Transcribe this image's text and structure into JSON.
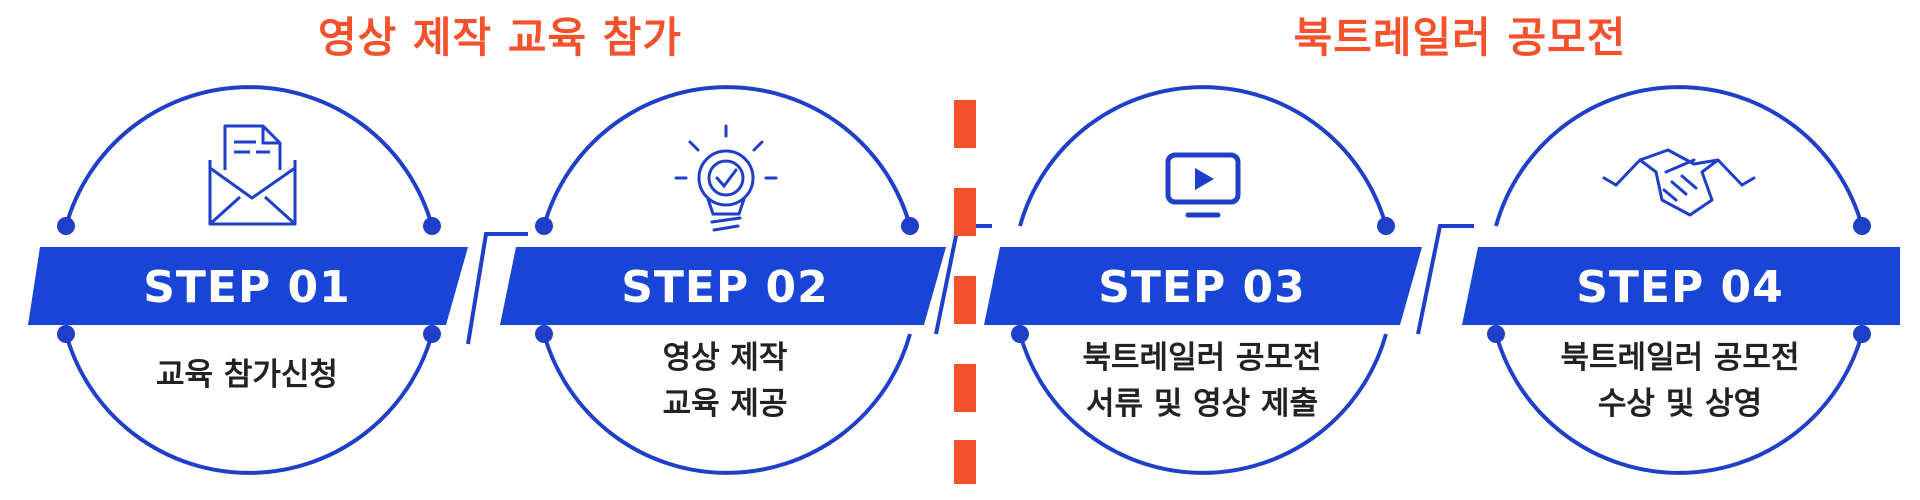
{
  "sections": [
    {
      "title": "영상 제작 교육 참가"
    },
    {
      "title": "북트레일러 공모전"
    }
  ],
  "steps": [
    {
      "label": "STEP 01",
      "desc": [
        "교육 참가신청"
      ],
      "icon": "envelope-document-icon"
    },
    {
      "label": "STEP 02",
      "desc": [
        "영상 제작",
        "교육 제공"
      ],
      "icon": "lightbulb-check-icon"
    },
    {
      "label": "STEP 03",
      "desc": [
        "북트레일러 공모전",
        "서류 및 영상 제출"
      ],
      "icon": "video-monitor-icon"
    },
    {
      "label": "STEP 04",
      "desc": [
        "북트레일러 공모전",
        "수상 및 상영"
      ],
      "icon": "handshake-icon"
    }
  ],
  "colors": {
    "accent_orange": "#f4522d",
    "primary_blue": "#1845d6",
    "circle_stroke": "#1f3fc8",
    "text_dark": "#222222"
  }
}
